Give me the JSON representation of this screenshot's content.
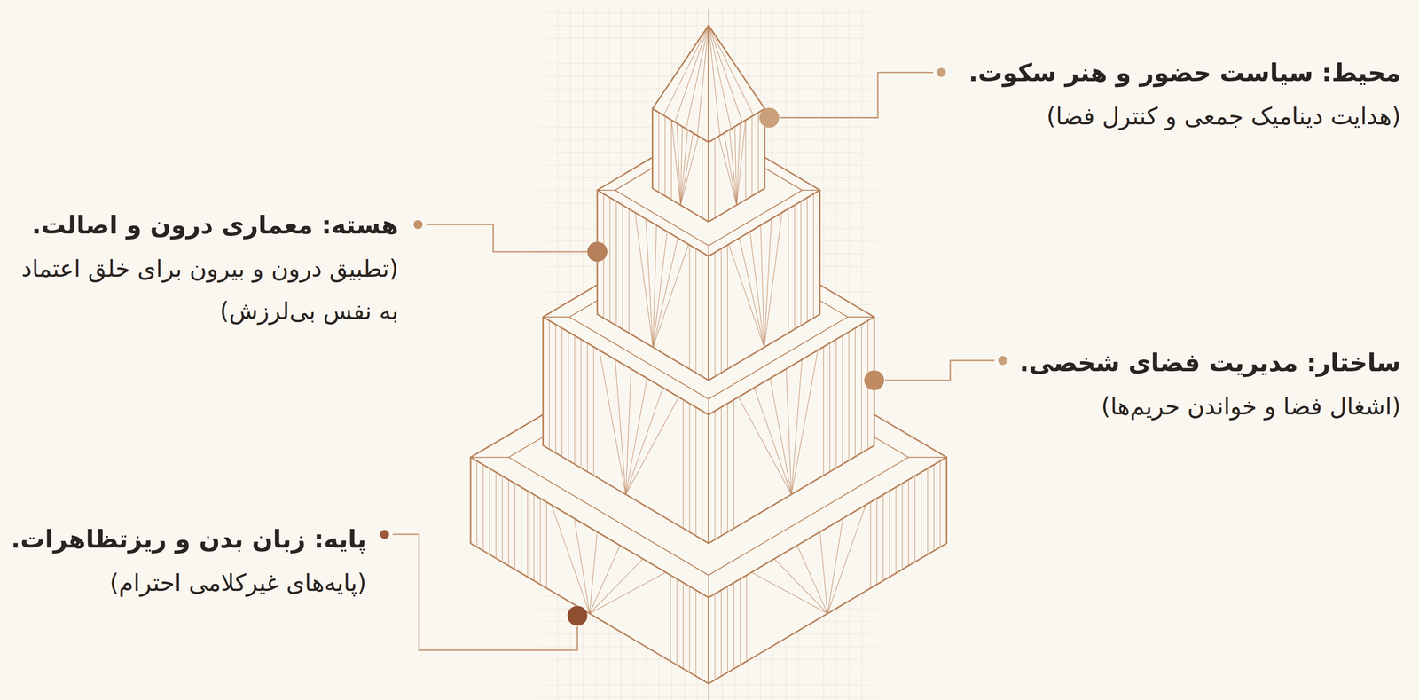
{
  "diagram": {
    "labels": [
      "محیط: سیاست حضور و هنر سکوت.",
      "(هدایت دینامیک جمعی و کنترل فضا)",
      "هسته: معماری درون و اصالت.",
      "(تطبیق درون و بیرون برای خلق اعتماد به نفس بی‌لرزش)",
      "ساختار: مدیریت فضای شخصی.",
      "(اشغال فضا و خواندن حریم‌ها)",
      "پایه: زبان بدن و ریزتظاهرات.",
      "(پایه‌های غیرکلامی احترام)"
    ]
  }
}
